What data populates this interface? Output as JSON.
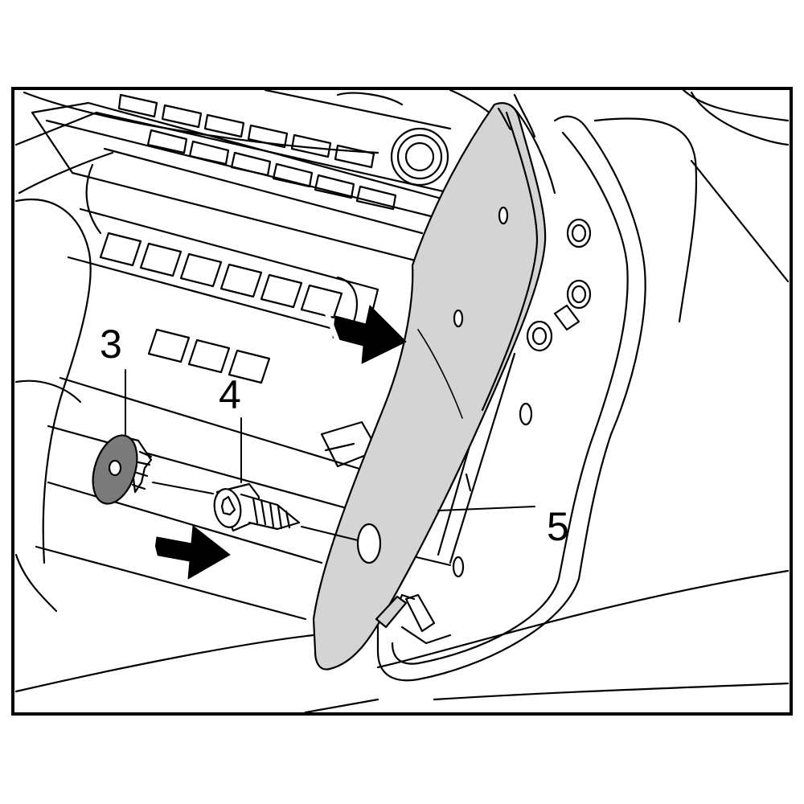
{
  "callouts": [
    {
      "id": "3",
      "label": "3"
    },
    {
      "id": "4",
      "label": "4"
    },
    {
      "id": "5",
      "label": "5"
    }
  ],
  "colors": {
    "background": "#ffffff",
    "line": "#000000",
    "panel_fill": "#d4d4d4",
    "panel_shade": "#c4c4c4",
    "cap_fill": "#7a7a7a",
    "arrow_fill": "#000000"
  },
  "icons": [
    "cover-cap-icon",
    "torx-screw-icon",
    "direction-arrow-icon"
  ]
}
